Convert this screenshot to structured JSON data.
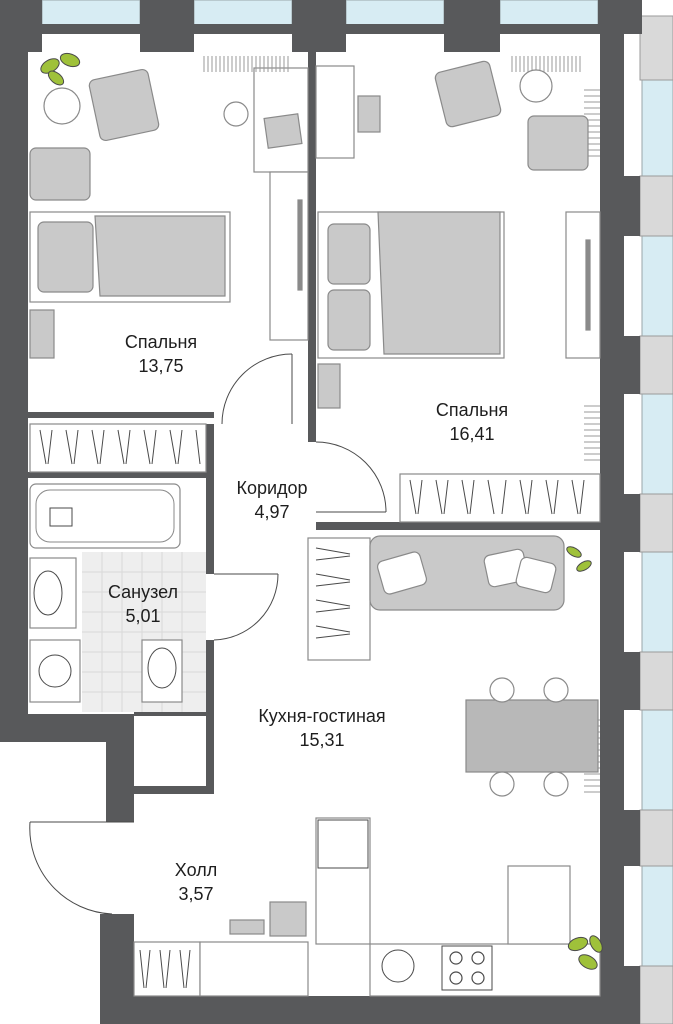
{
  "colors": {
    "wall": "#58595b",
    "window_glass": "#d7ecf3",
    "furniture_fill": "#c9c9c9",
    "furniture_stroke": "#8a8a8a",
    "line": "#4a4a4a",
    "tile": "#e6e6e6",
    "plant": "#9fc13a"
  },
  "rooms": {
    "bedroom_small": {
      "name": "Спальня",
      "area": "13,75"
    },
    "bedroom_large": {
      "name": "Спальня",
      "area": "16,41"
    },
    "corridor": {
      "name": "Коридор",
      "area": "4,97"
    },
    "bathroom": {
      "name": "Санузел",
      "area": "5,01"
    },
    "kitchen_living": {
      "name": "Кухня-гостиная",
      "area": "15,31"
    },
    "hall": {
      "name": "Холл",
      "area": "3,57"
    }
  }
}
